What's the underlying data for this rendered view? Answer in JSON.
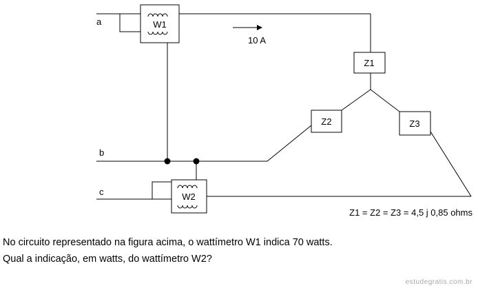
{
  "diagram": {
    "lines": {
      "a": "a",
      "b": "b",
      "c": "c"
    },
    "meters": {
      "w1": "W1",
      "w2": "W2"
    },
    "impedances": {
      "z1": "Z1",
      "z2": "Z2",
      "z3": "Z3"
    },
    "current_label": "10 A",
    "equation": "Z1 = Z2 = Z3 = 4,5 j 0,85 ohms"
  },
  "question": {
    "line1": "No circuito representado na figura acima, o wattímetro W1 indica 70 watts.",
    "line2": "Qual a indicação, em watts, do wattímetro W2?"
  },
  "watermark": "estudegratis.com.br"
}
